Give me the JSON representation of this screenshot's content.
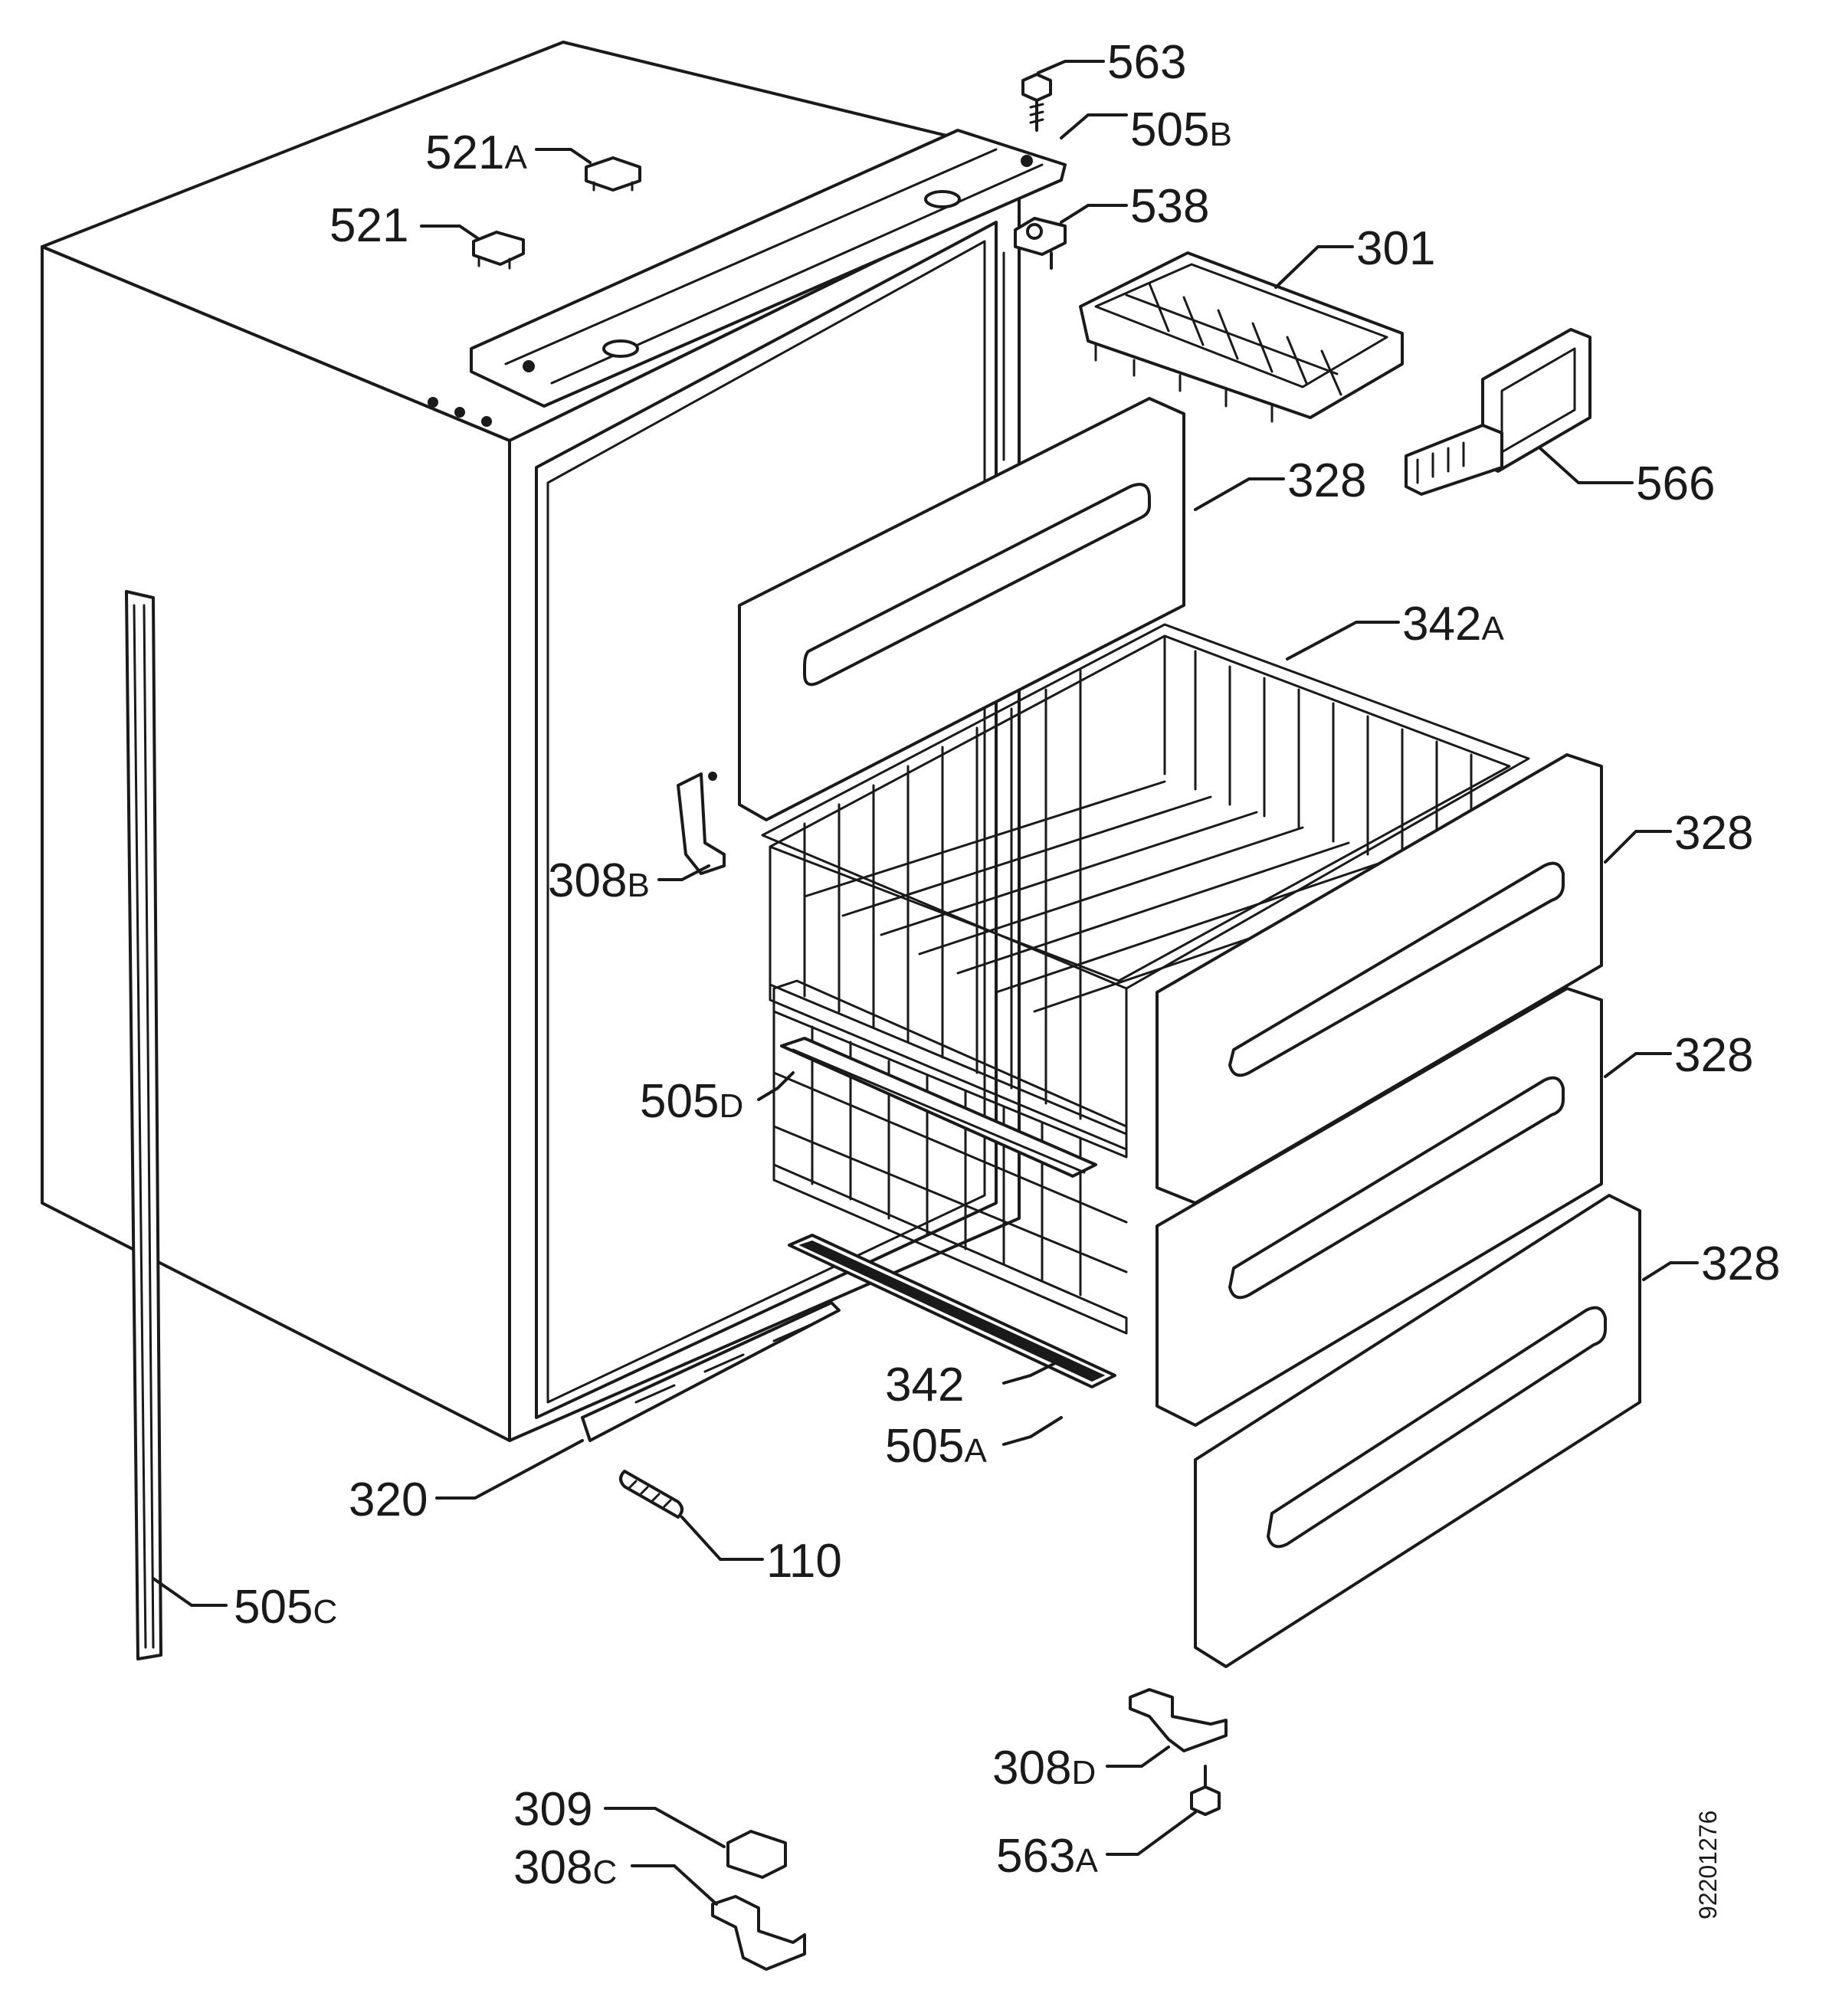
{
  "drawing_number": "92201276",
  "callouts": [
    {
      "key": "p563",
      "number": "563",
      "suffix": ""
    },
    {
      "key": "p505b",
      "number": "505",
      "suffix": "B"
    },
    {
      "key": "p521a",
      "number": "521",
      "suffix": "A"
    },
    {
      "key": "p521",
      "number": "521",
      "suffix": ""
    },
    {
      "key": "p538",
      "number": "538",
      "suffix": ""
    },
    {
      "key": "p301",
      "number": "301",
      "suffix": ""
    },
    {
      "key": "p566",
      "number": "566",
      "suffix": ""
    },
    {
      "key": "p328a",
      "number": "328",
      "suffix": ""
    },
    {
      "key": "p342a",
      "number": "342",
      "suffix": "A"
    },
    {
      "key": "p328b",
      "number": "328",
      "suffix": ""
    },
    {
      "key": "p308b",
      "number": "308",
      "suffix": "B"
    },
    {
      "key": "p328c",
      "number": "328",
      "suffix": ""
    },
    {
      "key": "p505d",
      "number": "505",
      "suffix": "D"
    },
    {
      "key": "p328d",
      "number": "328",
      "suffix": ""
    },
    {
      "key": "p342",
      "number": "342",
      "suffix": ""
    },
    {
      "key": "p505a",
      "number": "505",
      "suffix": "A"
    },
    {
      "key": "p320",
      "number": "320",
      "suffix": ""
    },
    {
      "key": "p110",
      "number": "110",
      "suffix": ""
    },
    {
      "key": "p505c",
      "number": "505",
      "suffix": "C"
    },
    {
      "key": "p308d",
      "number": "308",
      "suffix": "D"
    },
    {
      "key": "p309",
      "number": "309",
      "suffix": ""
    },
    {
      "key": "p308c",
      "number": "308",
      "suffix": "C"
    },
    {
      "key": "p563a",
      "number": "563",
      "suffix": "A"
    }
  ]
}
